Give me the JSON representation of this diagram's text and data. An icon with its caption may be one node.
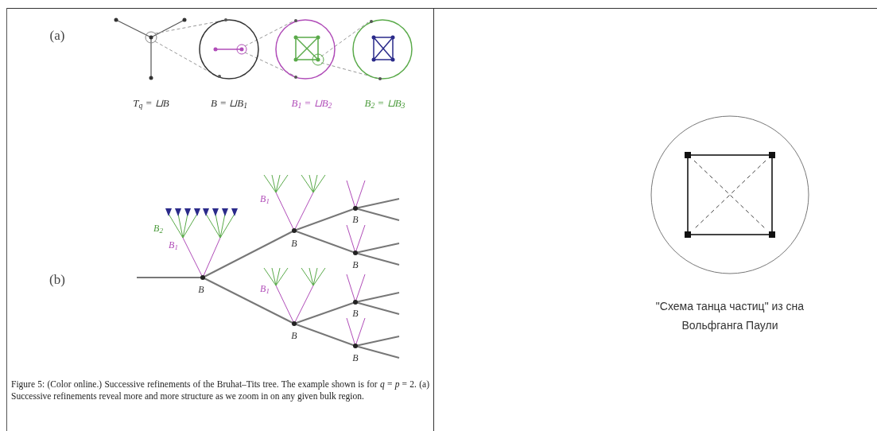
{
  "diagram": {
    "caption": "Figure 5: (Color online.) Successive refinements of the Bruhat–Tits tree. The example shown is for *q* = *p* = 2. (a) Successive refinements reveal more and more structure as we zoom in on any given bulk region.",
    "labels": [
      "(a)",
      "T$_{q}$ = ⊔B",
      "B = ⊔B$_{1}$",
      "B$_{1}$ = ⊔B$_{2}$",
      "B$_{2}$ = ⊔B$_{3}$",
      "B$_{1}$",
      "B$_{2}$",
      "B",
      "B$_{1}$",
      "B",
      "B",
      "(b)",
      "B",
      "B$_{1}$",
      "B",
      "B",
      "B",
      "\"Схема танца частиц\" из сна Вольфганга Паули"
    ]
  }
}
